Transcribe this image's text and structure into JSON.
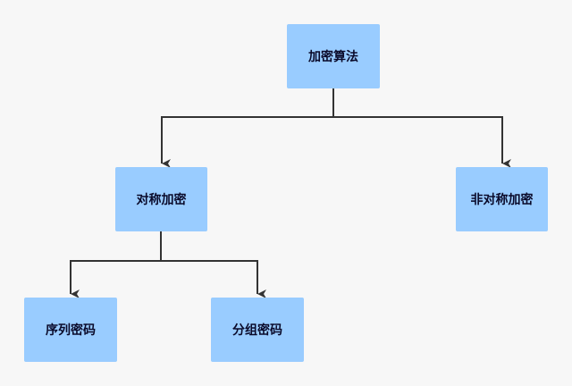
{
  "diagram": {
    "nodes": [
      {
        "id": "root",
        "label": "加密算法"
      },
      {
        "id": "sym",
        "label": "对称加密"
      },
      {
        "id": "asym",
        "label": "非对称加密"
      },
      {
        "id": "seq",
        "label": "序列密码"
      },
      {
        "id": "blk",
        "label": "分组密码"
      }
    ],
    "edges": [
      {
        "from": "root",
        "to": "sym"
      },
      {
        "from": "root",
        "to": "asym"
      },
      {
        "from": "sym",
        "to": "seq"
      },
      {
        "from": "sym",
        "to": "blk"
      }
    ],
    "colors": {
      "node_fill": "#99ccff",
      "node_text": "#0a0a2a",
      "connector": "#333333",
      "background": "#f7f7f7"
    }
  }
}
